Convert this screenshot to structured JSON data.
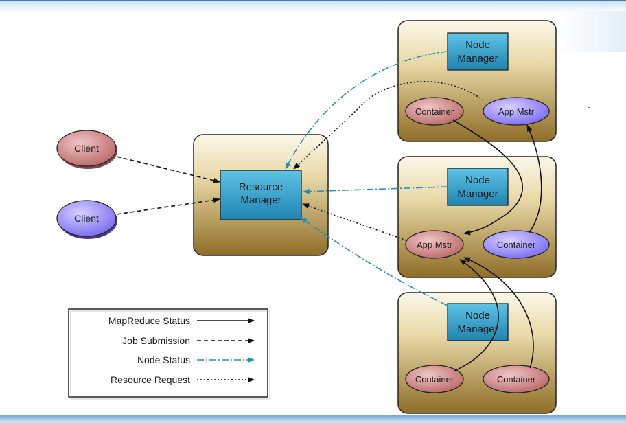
{
  "resource_manager": {
    "line1": "Resource",
    "line2": "Manager"
  },
  "clients": [
    {
      "label": "Client",
      "color": "#c06a6a"
    },
    {
      "label": "Client",
      "color": "#8b7bff"
    }
  ],
  "nodes": [
    {
      "manager": {
        "line1": "Node",
        "line2": "Manager"
      },
      "containers": [
        {
          "label": "Container",
          "kind": "container"
        },
        {
          "label": "App Mstr",
          "kind": "app-master"
        }
      ]
    },
    {
      "manager": {
        "line1": "Node",
        "line2": "Manager"
      },
      "containers": [
        {
          "label": "App Mstr",
          "kind": "app-master"
        },
        {
          "label": "Container",
          "kind": "container"
        }
      ]
    },
    {
      "manager": {
        "line1": "Node",
        "line2": "Manager"
      },
      "containers": [
        {
          "label": "Container",
          "kind": "container"
        },
        {
          "label": "Container",
          "kind": "container"
        }
      ]
    }
  ],
  "legend": [
    {
      "label": "MapReduce Status",
      "style": "solid"
    },
    {
      "label": "Job Submission",
      "style": "dashed"
    },
    {
      "label": "Node Status",
      "style": "dashdot"
    },
    {
      "label": "Resource Request",
      "style": "dotted"
    }
  ],
  "colors": {
    "box_gold_dark": "#8a6a24",
    "box_gold_light": "#f4ecd2",
    "manager_blue": "#2e9bc4",
    "container_red": "#c06a6a",
    "app_master_purple": "#8b7bff",
    "node_status_blue": "#2a8db4"
  }
}
